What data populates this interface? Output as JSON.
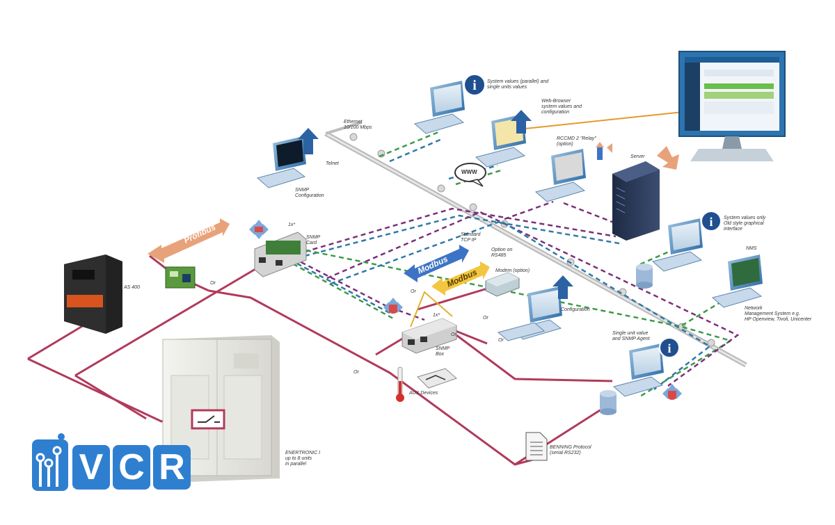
{
  "labels": {
    "as400": "AS 400",
    "profibus": "Profibus",
    "snmp_card_prefix": "1x*",
    "snmp_card": "SNMP\nCard",
    "ethernet": "Ethernet\n10/100 Mbps",
    "telnet": "Telnet",
    "snmp_configuration": "SNMP\nConfiguration",
    "system_values_top": "System values (parallel) and\nsingle units values",
    "web_browser": "Web-Browser\nsystem values and\nconfiguration",
    "www": "WWW",
    "rccmd": "RCCMD 2 \"Relay\"\n(option)",
    "server": "Server",
    "standard_tcpip": "Standard\nTCP IP",
    "modbus": "Modbus",
    "option_rs485": "Option on\nRS485",
    "modem": "Modem (option)",
    "configuration": "Configuration",
    "system_values_old": "System values only\nOld style graphical\ninterface",
    "nms": "NMS",
    "network_mgmt": "Network\nManagement System e.g.\nHP Openview, Tivoli, Unicenter",
    "snmp_box_prefix": "1x*",
    "snmp_box": "SNMP\nBox",
    "aux_devices": "AUX Devices",
    "single_unit": "Single unit value\nand SNMP Agent",
    "benning": "BENNING Protocol\n(serial RS232)",
    "enertronic": "ENERTRONIC I\nup to 8 units\nin parallel",
    "or1": "Or",
    "or2": "Or",
    "or3": "Or",
    "or4": "Or",
    "or5": "Or",
    "or6": "Or"
  },
  "logo": {
    "letters": [
      "V",
      "C",
      "R"
    ]
  },
  "colors": {
    "serial_line": "#b13a5b",
    "ethernet_trunk": "#c9c9c9",
    "dashed_blue": "#2f79a8",
    "dashed_green": "#3c9a48",
    "dashed_purple": "#7b2f7a",
    "info_icon": "#1f4f8f",
    "arrow_blue": "#2b62a3",
    "logo_blue": "#2f7fd0"
  }
}
